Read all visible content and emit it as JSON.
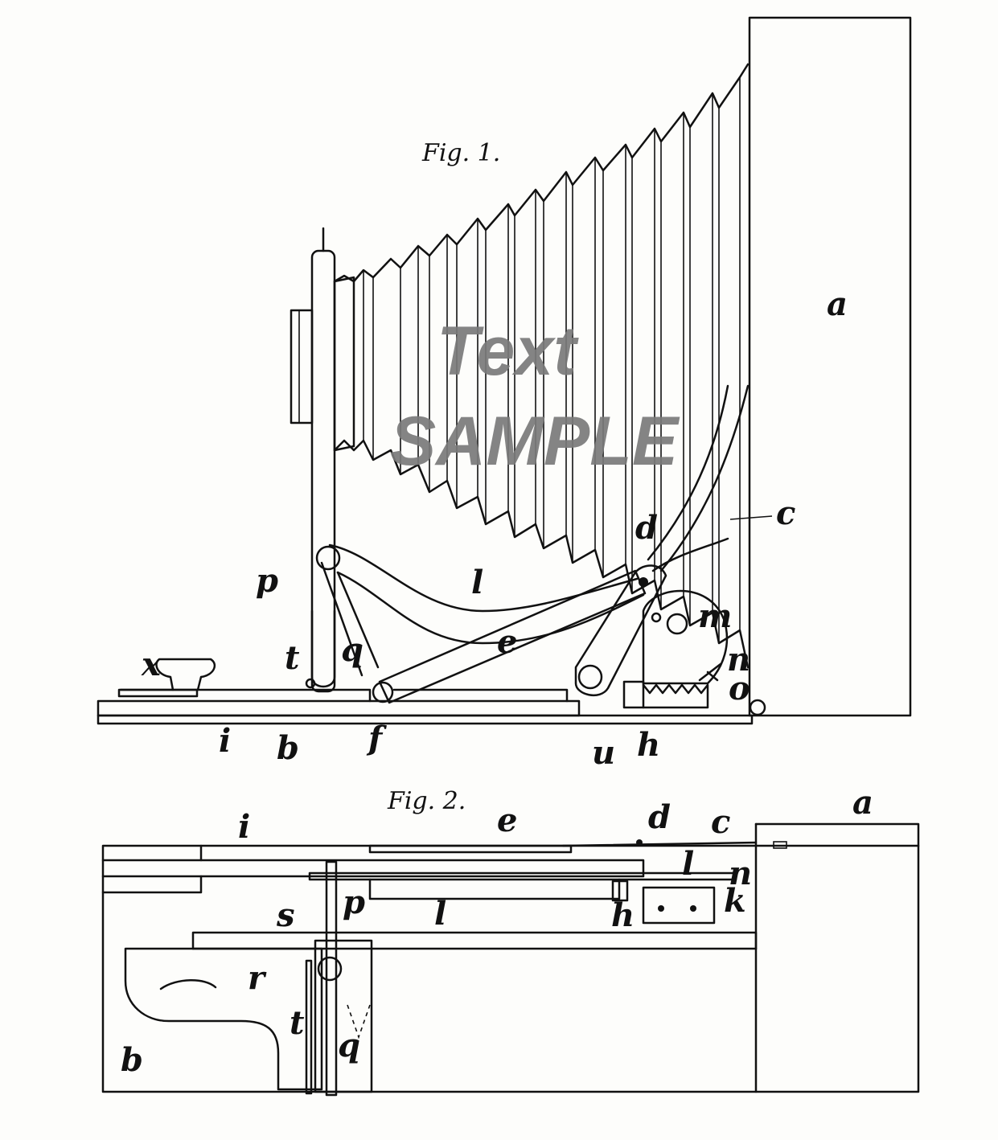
{
  "figures": [
    {
      "caption": "Fig. 1.",
      "labels": [
        "a",
        "c",
        "d",
        "l",
        "p",
        "q",
        "t",
        "e",
        "m",
        "n",
        "o",
        "x",
        "i",
        "b",
        "f",
        "u",
        "h"
      ]
    },
    {
      "caption": "Fig. 2.",
      "labels": [
        "i",
        "e",
        "d",
        "c",
        "a",
        "l",
        "n",
        "p",
        "l",
        "h",
        "k",
        "s",
        "r",
        "t",
        "q",
        "b"
      ]
    }
  ],
  "watermark": {
    "line1": "Text",
    "line2": "SAMPLE"
  }
}
